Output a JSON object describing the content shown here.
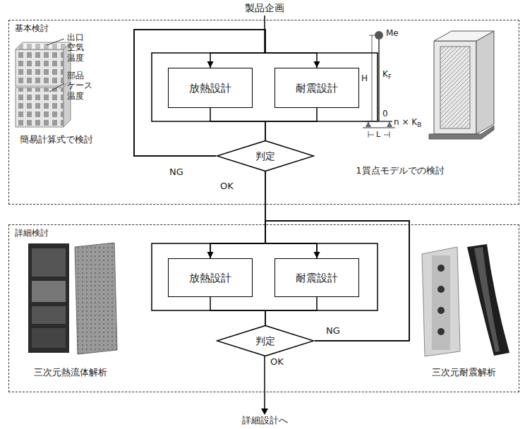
{
  "diagram": {
    "nodes": [
      {
        "text": [
          "基本検討"
        ]
      },
      {
        "text": [
          "放熱設計"
        ],
        "in": 0
      },
      {
        "text": [
          "耐震設計"
        ],
        "in": 0
      },
      {
        "text": [
          "判定"
        ],
        "in": 0
      },
      {
        "text": [
          "詳細検討"
        ]
      },
      {
        "text": [
          "放熱設計"
        ],
        "in": 4
      },
      {
        "text": [
          "耐震設計"
        ],
        "in": 4
      },
      {
        "text": [
          "判定"
        ],
        "in": 4
      }
    ],
    "edges": [
      {
        "from": 3,
        "to": 1,
        "arrow": "to"
      },
      {
        "from": 3,
        "to": 2,
        "arrow": "to"
      },
      {
        "from": 1,
        "to": 3,
        "arrow": "none"
      },
      {
        "from": 2,
        "to": 3,
        "arrow": "none"
      },
      {
        "from": 3,
        "to": 5,
        "arrow": "none"
      },
      {
        "from": 3,
        "to": 6,
        "arrow": "none"
      },
      {
        "from": 5,
        "to": 7,
        "arrow": "none"
      },
      {
        "from": 6,
        "to": 7,
        "arrow": "none"
      },
      {
        "from": 7,
        "to": 5,
        "arrow": "to"
      },
      {
        "from": 7,
        "to": 6,
        "arrow": "to"
      }
    ],
    "labels": [
      "製品企画",
      "出口 空気 温度",
      "部品 ケース 温度",
      "簡易計算式で検討",
      "NG",
      "OK",
      "Me",
      "H",
      "K",
      "F",
      "0",
      "L",
      "n × K",
      "B",
      "1質点モデルでの検討",
      "三次元熱流体解析",
      "NG",
      "OK",
      "三次元耐震解析",
      "詳細設計へ"
    ]
  }
}
